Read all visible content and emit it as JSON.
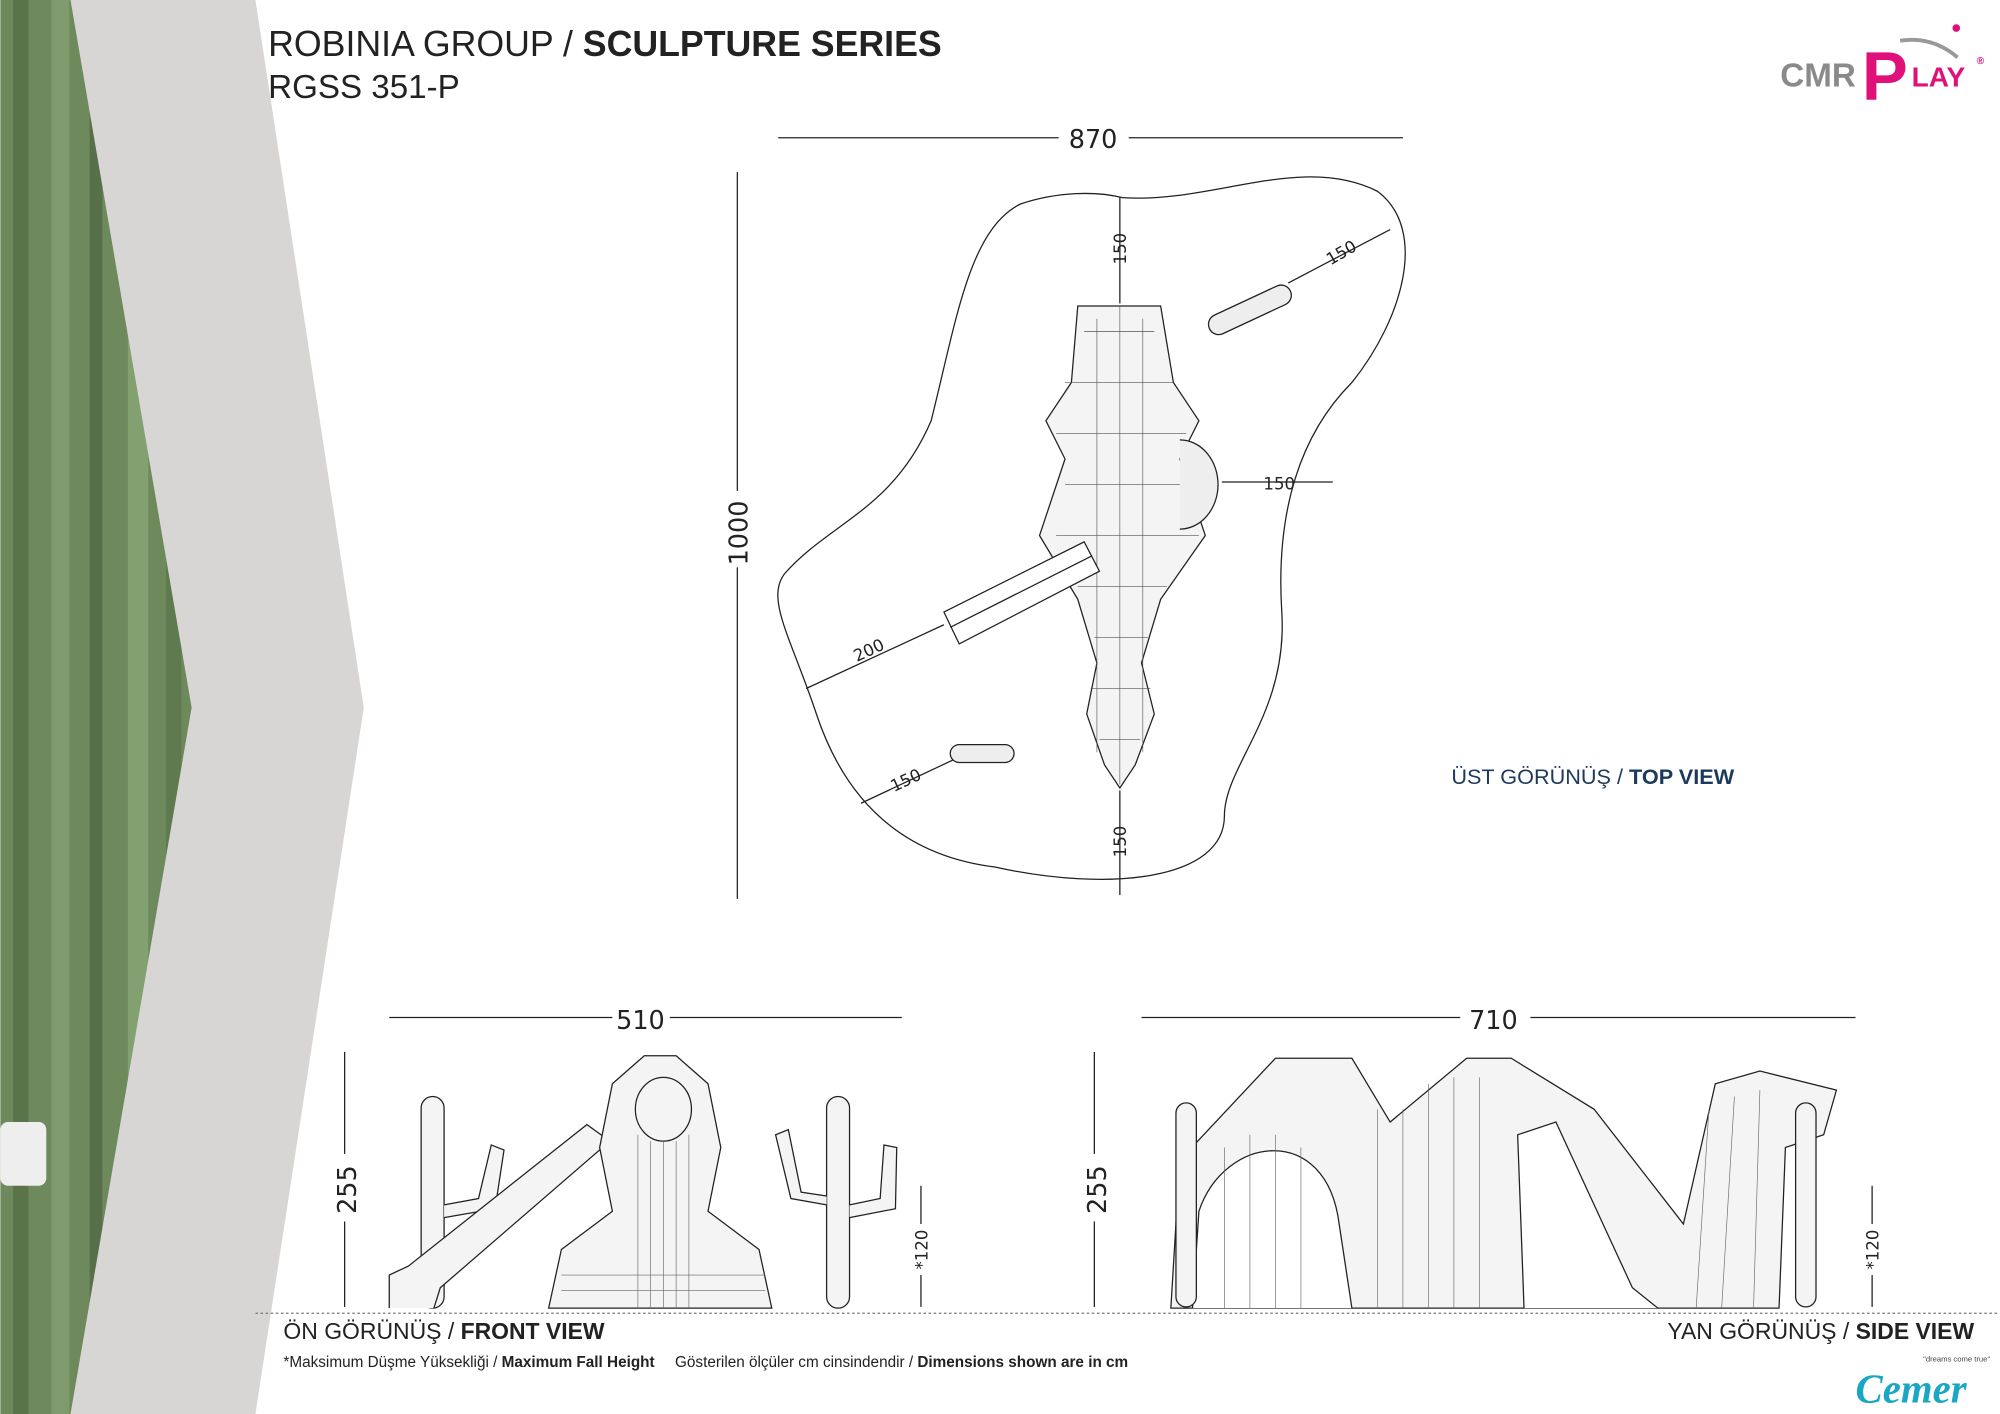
{
  "header": {
    "group": "ROBINIA GROUP / ",
    "series": "SCULPTURE SERIES",
    "code": "RGSS 351-P"
  },
  "logo": {
    "cmr": "CMR",
    "p": "P",
    "lay": "LAY",
    "reg": "®"
  },
  "top_view": {
    "width": "870",
    "depth": "1000",
    "clearances": [
      "150",
      "150",
      "150",
      "200",
      "150",
      "150"
    ],
    "label_tr": "ÜST GÖRÜNÜŞ / ",
    "label_en": "TOP VIEW"
  },
  "front_view": {
    "width": "510",
    "height": "255",
    "fall_height": "*120",
    "label_tr": "ÖN GÖRÜNÜŞ / ",
    "label_en": "FRONT VIEW"
  },
  "side_view": {
    "width": "710",
    "height": "255",
    "fall_height": "*120",
    "label_tr": "YAN GÖRÜNÜŞ / ",
    "label_en": "SIDE VIEW"
  },
  "footnote": {
    "fall_tr": "*Maksimum Düşme Yüksekliği / ",
    "fall_en": "Maximum Fall Height",
    "units_tr": "Gösterilen ölçüler cm cinsindendir / ",
    "units_en": "Dimensions shown are in cm"
  },
  "brand": {
    "name": "Cemer",
    "tagline": "\"dreams come true\""
  },
  "colors": {
    "accent_blue": "#1d3a5c",
    "logo_pink": "#e0107a",
    "logo_grey": "#8a8a8a",
    "cemer_teal": "#1aa7c4"
  }
}
